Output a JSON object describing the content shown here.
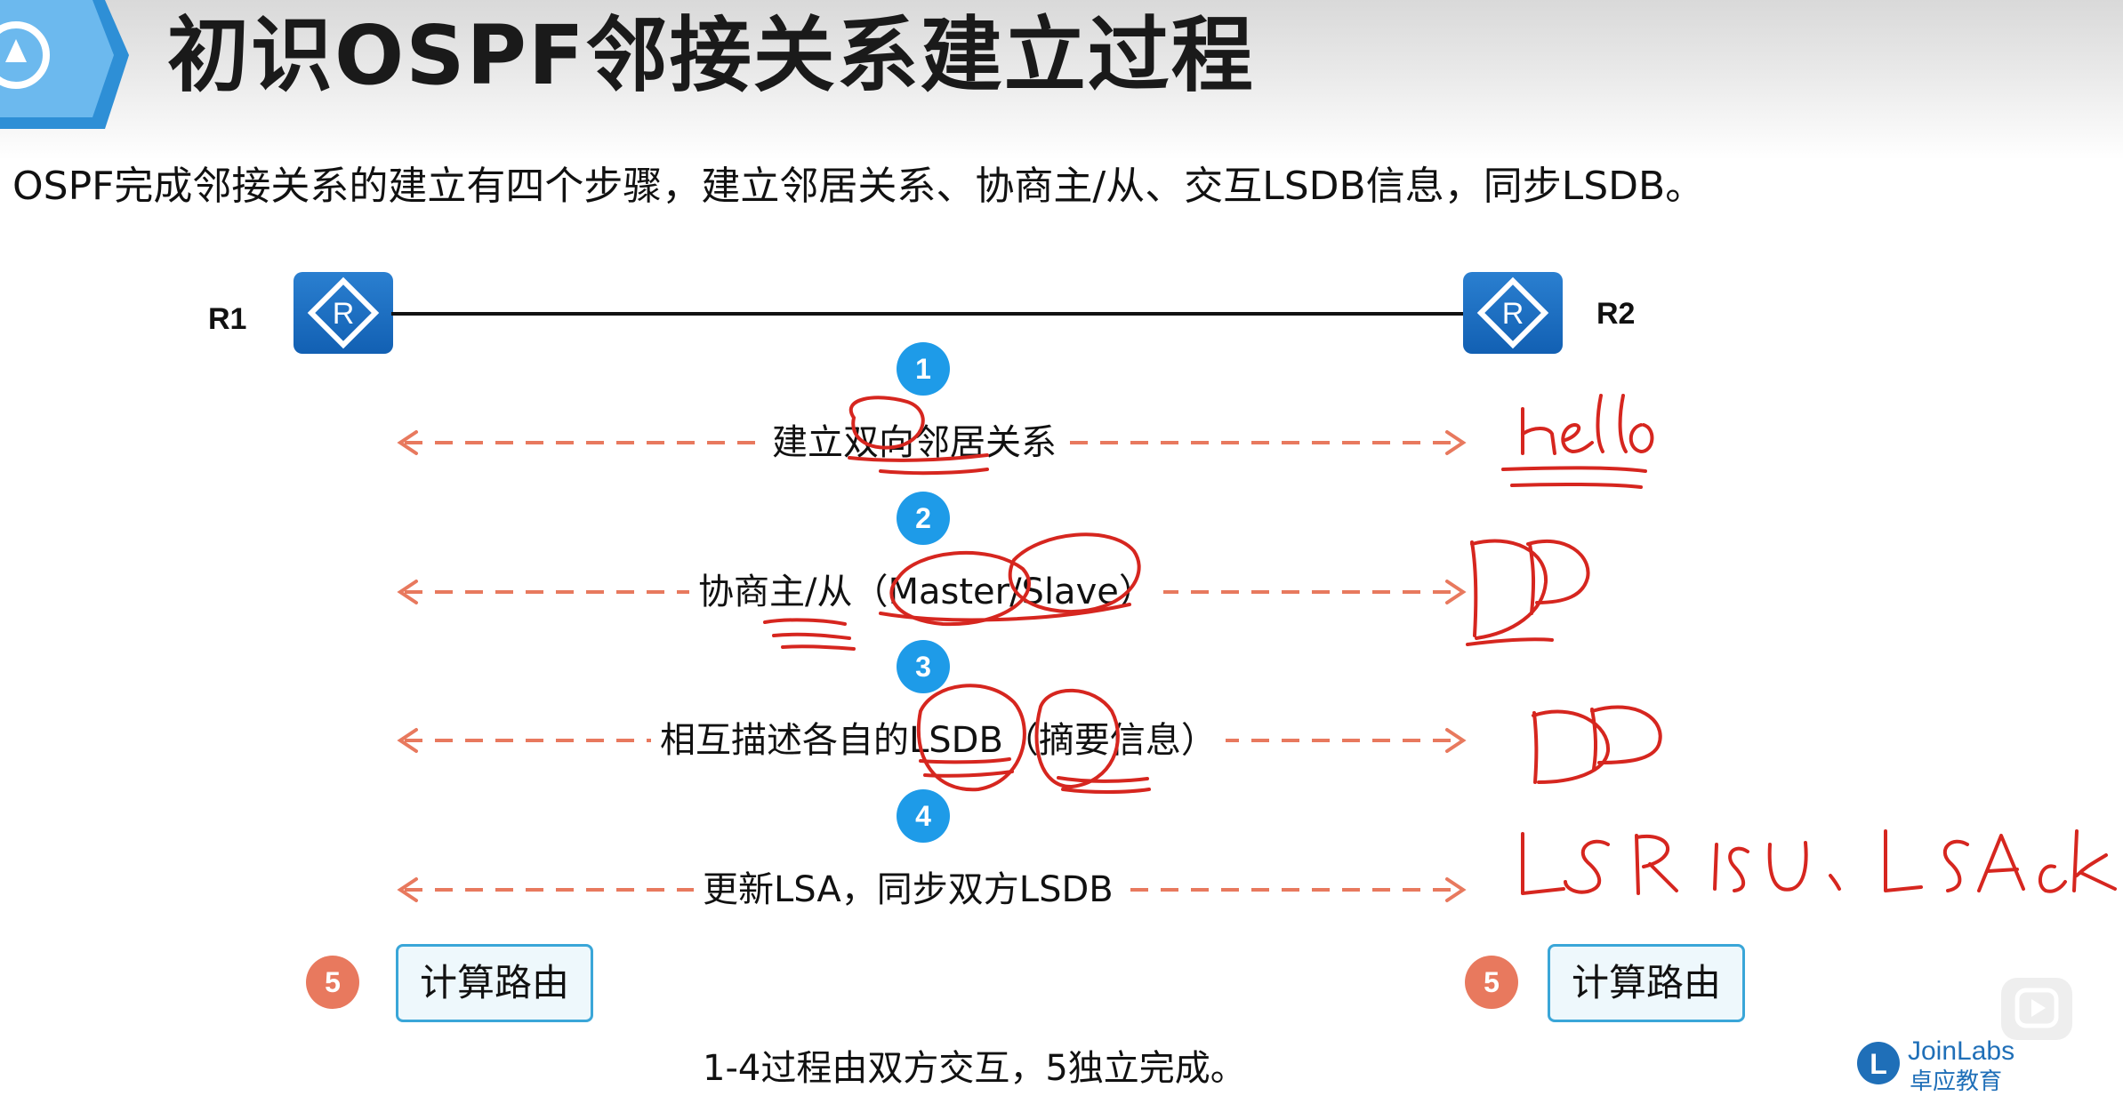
{
  "slide": {
    "title": "初识OSPF邻接关系建立过程",
    "intro": "OSPF完成邻接关系的建立有四个步骤，建立邻居关系、协商主/从、交互LSDB信息，同步LSDB。"
  },
  "routers": {
    "left_label": "R1",
    "right_label": "R2",
    "icon": "router-icon"
  },
  "steps": [
    {
      "number": "1",
      "text": "建立双向邻居关系"
    },
    {
      "number": "2",
      "text": "协商主/从（Master/Slave）"
    },
    {
      "number": "3",
      "text": "相互描述各自的LSDB（摘要信息）"
    },
    {
      "number": "4",
      "text": "更新LSA，同步双方LSDB"
    }
  ],
  "compute": {
    "number": "5",
    "left_label": "计算路由",
    "right_label": "计算路由"
  },
  "footer_note": "1-4过程由双方交互，5独立完成。",
  "brand": {
    "name": "JoinLabs",
    "sub": "卓应教育"
  },
  "handwriting": [
    "Hello",
    "DD",
    "DD",
    "LSR LSU、LSAck"
  ],
  "colors": {
    "step_blue": "#1e9be8",
    "arrow_salmon": "#e8795e",
    "router_blue": "#1260b3",
    "ink_red": "#d6261f"
  }
}
